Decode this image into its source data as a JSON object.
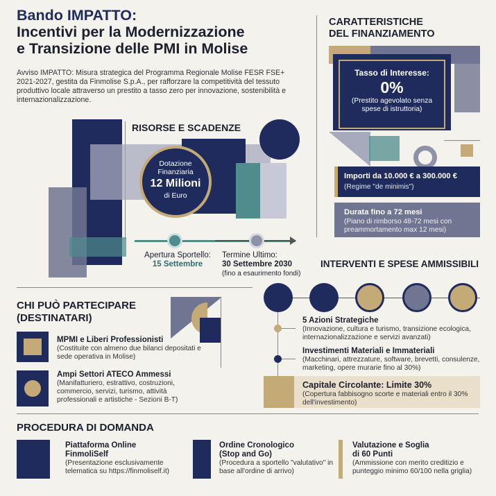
{
  "header": {
    "title_line1": "Bando IMPATTO:",
    "title_line2": "Incentivi per la Modernizzazione",
    "title_line3": "e Transizione delle PMI in Molise",
    "intro": "Avviso IMPATTO: Misura strategica del Programma Regionale Molise FESR FSE+ 2021-2027, gestita da Finmolise S.p.A., per rafforzare la competitività del tessuto produttivo locale attraverso un prestito a tasso zero per innovazione, sostenibilità e internazionalizzazione."
  },
  "risorse": {
    "heading": "RISORSE E SCADENZE",
    "dotazione_label": "Dotazione Finanziaria",
    "dotazione_value": "12 Milioni",
    "dotazione_unit": "di Euro",
    "apertura_label": "Apertura Sportello:",
    "apertura_date": "15 Settembre",
    "termine_label": "Termine Ultimo:",
    "termine_date": "30 Settembre 2030",
    "termine_note": "(fino a esaurimento fondi)"
  },
  "caratteristiche": {
    "heading_line1": "CARATTERISTICHE",
    "heading_line2": "DEL FINANZIAMENTO",
    "tasso_label": "Tasso di Interesse:",
    "tasso_value": "0%",
    "tasso_note": "(Prestito agevolato senza spese di istruttoria)",
    "importi_title": "Importi da 10.000 € a 300.000 €",
    "importi_note": "(Regime \"de minimis\")",
    "durata_title": "Durata fino a 72 mesi",
    "durata_note": "(Piano di rimborso 48-72 mesi con preammortamento max 12 mesi)"
  },
  "destinatari": {
    "heading_line1": "CHI PUÒ PARTECIPARE",
    "heading_line2": "(DESTINATARI)",
    "items": [
      {
        "title": "MPMI e Liberi Professionisti",
        "desc": "(Costituite con almeno due bilanci depositati e sede operativa in Molise)"
      },
      {
        "title": "Ampi Settori ATECO Ammessi",
        "desc": "(Manifatturiero, estrattivo, costruzioni, commercio, servizi, turismo, attività professionali e artistiche - Sezioni B-T)"
      }
    ]
  },
  "interventi": {
    "heading": "INTERVENTI E SPESE AMMISSIBILI",
    "items": [
      {
        "title": "5 Azioni Strategiche",
        "desc": "(Innovazione, cultura e turismo, transizione ecologica, internazionalizzazione e servizi avanzati)"
      },
      {
        "title": "Investimenti Materiali e Immateriali",
        "desc": "(Macchinari, attrezzature, software, brevetti, consulenze, marketing, opere murarie fino al 30%)"
      },
      {
        "title": "Capitale Circolante: Limite 30%",
        "desc": "(Copertura fabbisogno scorte e materiali entro il 30% dell'investimento)"
      }
    ]
  },
  "procedura": {
    "heading": "PROCEDURA DI DOMANDA",
    "items": [
      {
        "title_line1": "Piattaforma Online",
        "title_line2": "FinmoliSelf",
        "desc": "(Presentazione esclusivamente telematica su https://finmoliself.it)"
      },
      {
        "title_line1": "Ordine Cronologico",
        "title_line2": "(Stop and Go)",
        "desc": "(Procedura a sportello \"valutativo\" in base all'ordine di arrivo)"
      },
      {
        "title_line1": "Valutazione e Soglia",
        "title_line2": "di 60 Punti",
        "desc": "(Ammissione con merito creditizio e punteggio minimo 60/100 nella griglia)"
      }
    ]
  },
  "colors": {
    "navy": "#1f2b5c",
    "gold": "#c3aa77",
    "teal": "#4f8c8b",
    "slate": "#707591",
    "background": "#f4f2ed"
  }
}
